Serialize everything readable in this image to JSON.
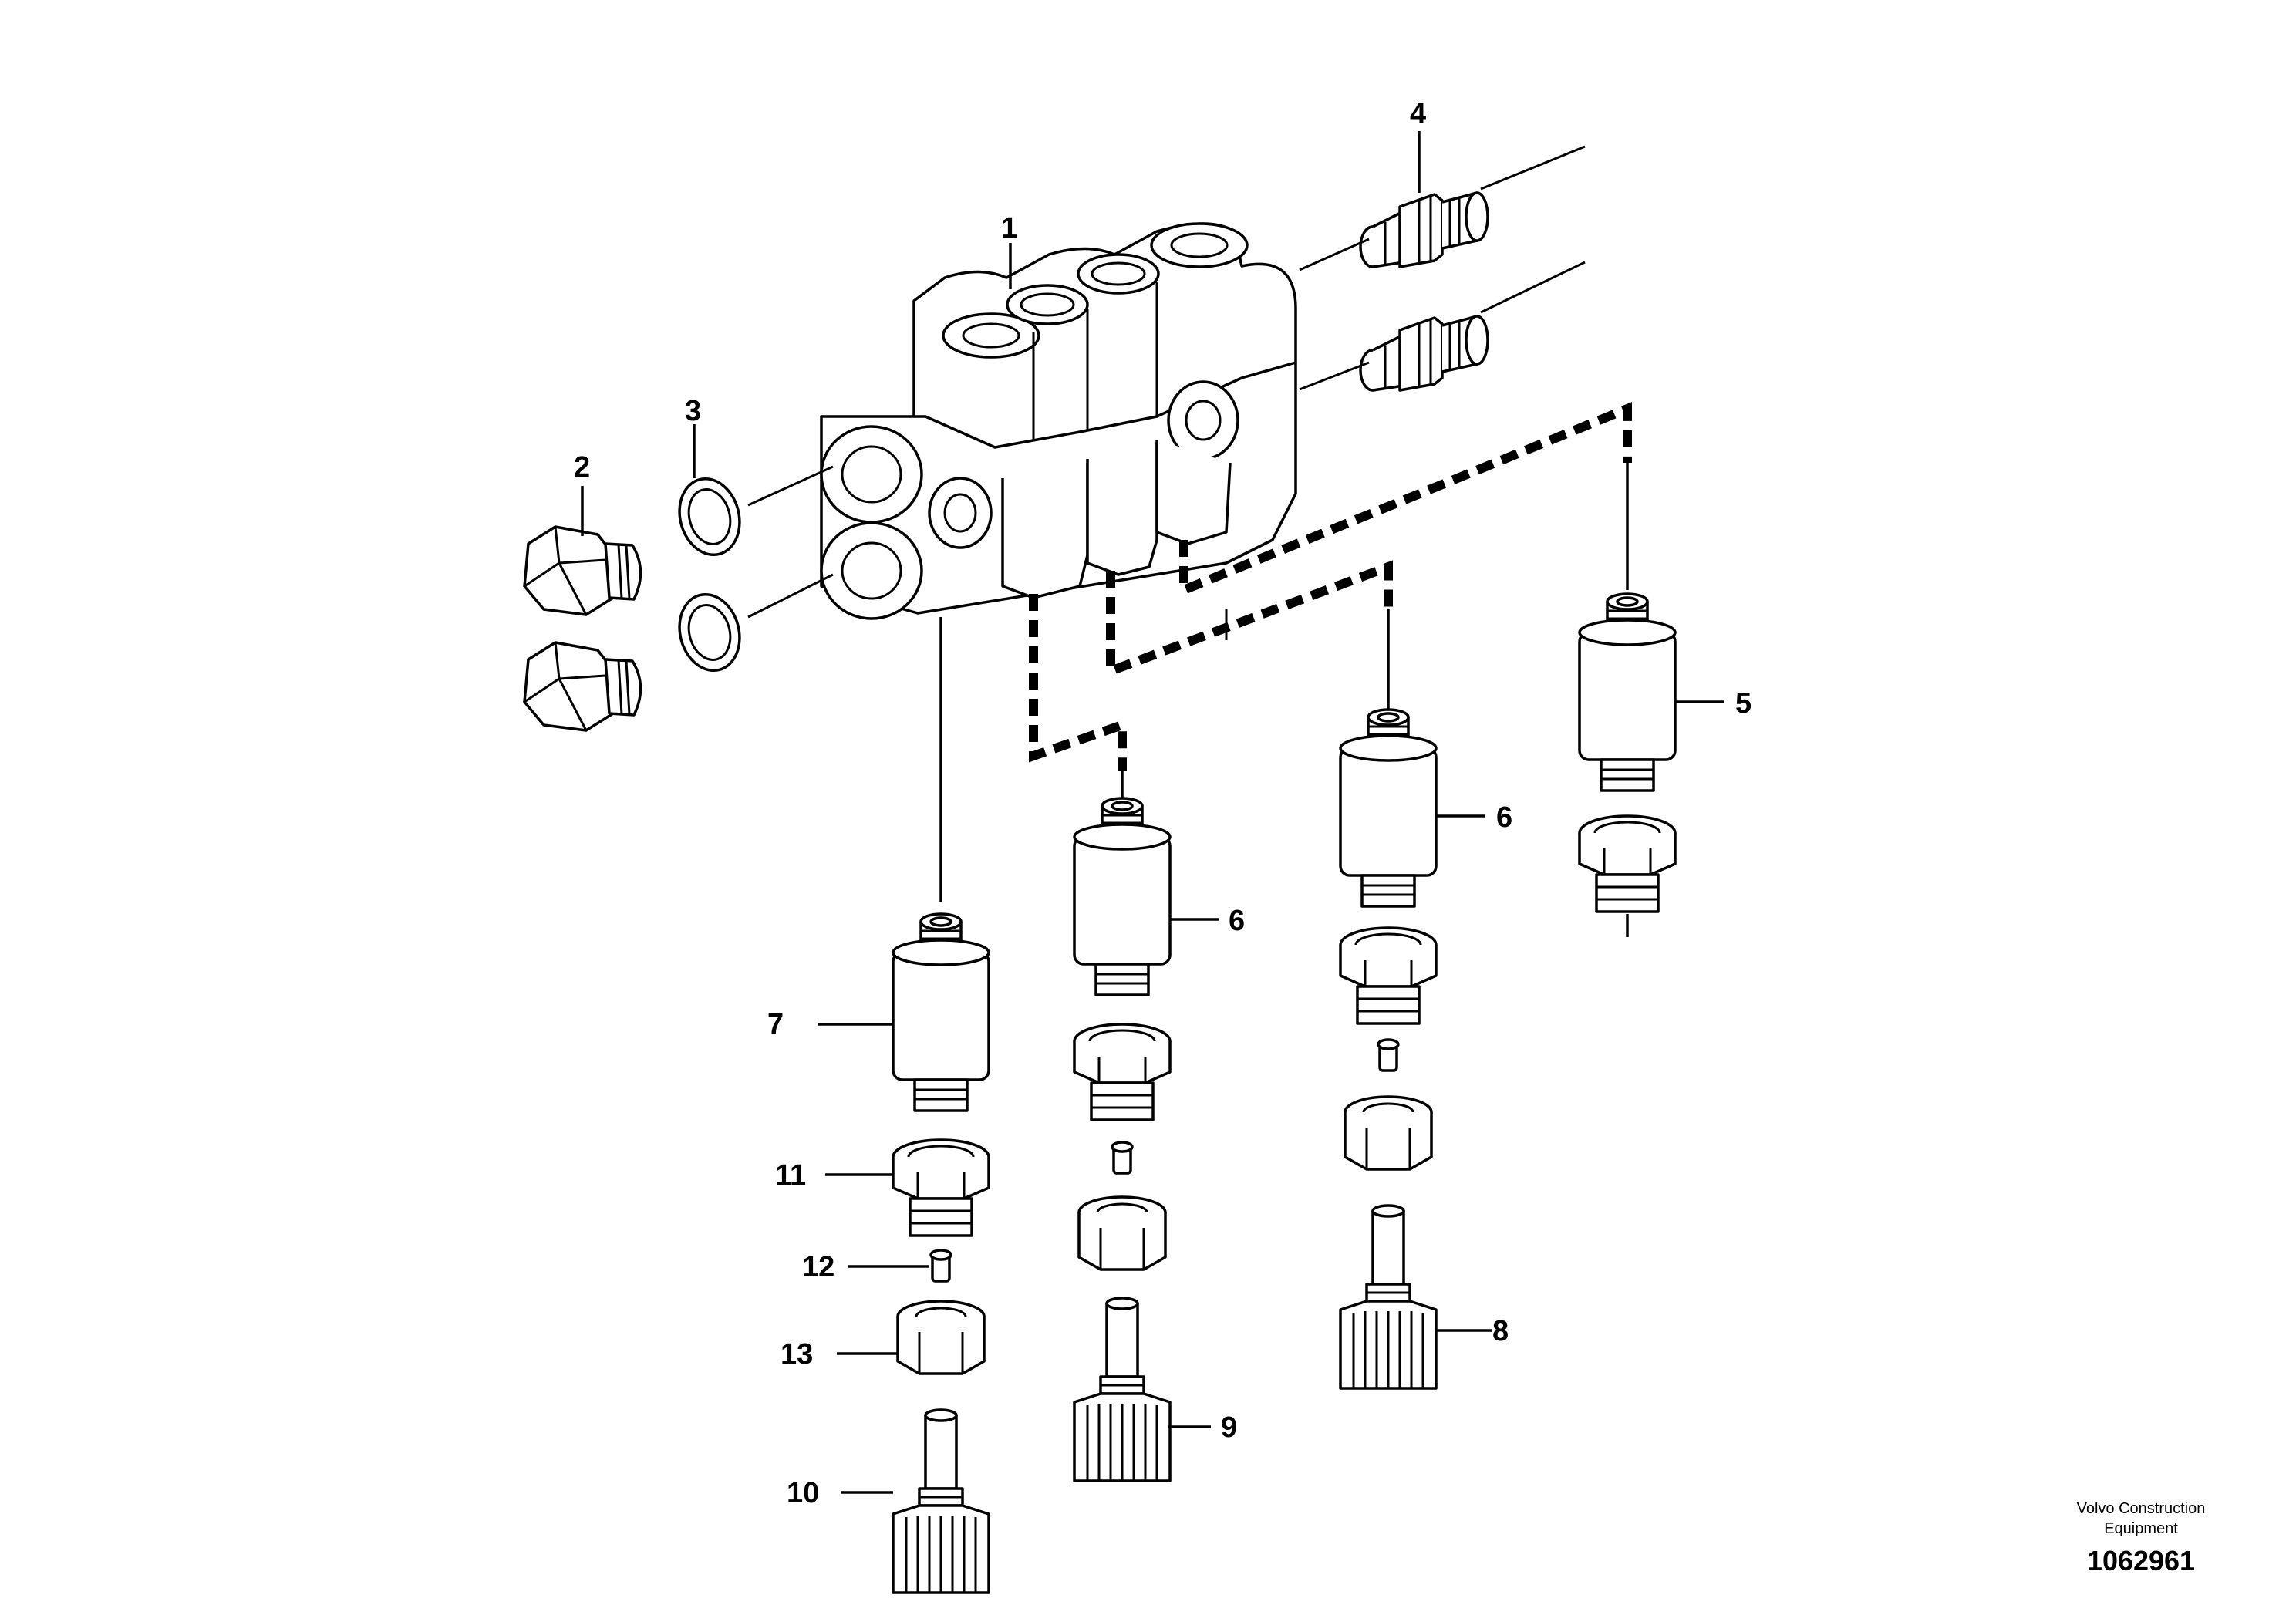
{
  "callouts": {
    "c1": "1",
    "c2": "2",
    "c3": "3",
    "c4": "4",
    "c5": "5",
    "c6a": "6",
    "c6b": "6",
    "c7": "7",
    "c8": "8",
    "c9": "9",
    "c10": "10",
    "c11": "11",
    "c12": "12",
    "c13": "13"
  },
  "footer": {
    "brand_line1": "Volvo Construction",
    "brand_line2": "Equipment",
    "drawing_number": "1062961"
  }
}
